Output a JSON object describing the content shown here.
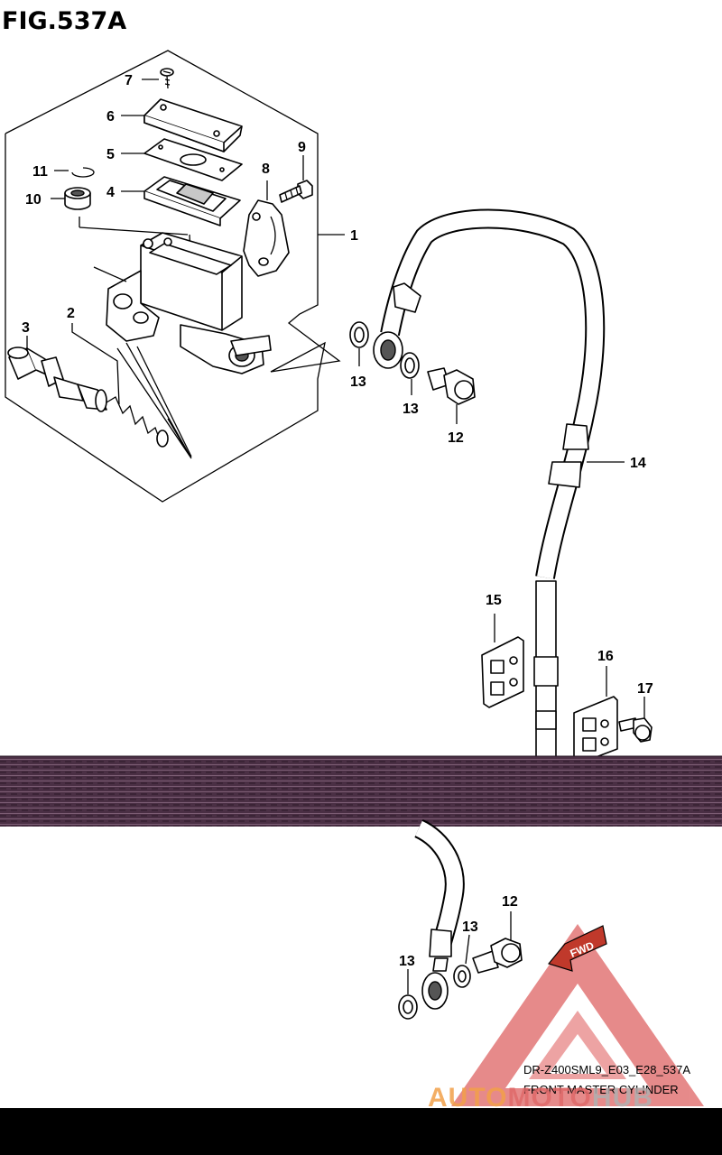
{
  "figure": {
    "title": "FIG.537A"
  },
  "callouts": {
    "p1": "1",
    "p2": "2",
    "p3": "3",
    "p4": "4",
    "p5": "5",
    "p6": "6",
    "p7": "7",
    "p8": "8",
    "p9": "9",
    "p10": "10",
    "p11": "11",
    "p12a": "12",
    "p12b": "12",
    "p13a": "13",
    "p13b": "13",
    "p13c": "13",
    "p13d": "13",
    "p14": "14",
    "p15": "15",
    "p16": "16",
    "p17": "17"
  },
  "caption": {
    "code": "DR-Z400SML9_E03_E28_537A",
    "name": "FRONT MASTER CYLINDER"
  },
  "watermark": {
    "brand_a": "AUTO",
    "brand_b": "MOTO",
    "brand_c": "HUB"
  },
  "fwd_label": "FWD",
  "colors": {
    "line": "#000000",
    "band": "#5a3a52",
    "watermark_red": "#e06a6a",
    "watermark_orange": "#f2a04a",
    "bottom_bar": "#000000"
  }
}
